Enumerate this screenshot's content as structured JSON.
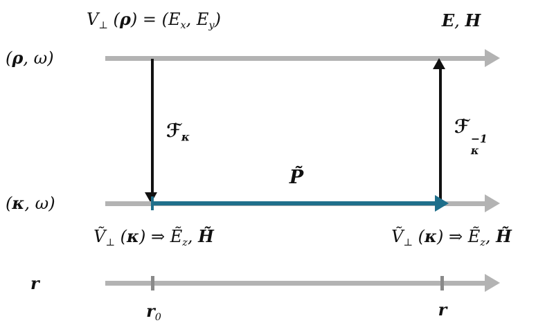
{
  "colors": {
    "axis_gray": "#b3b3b3",
    "tick_gray": "#8a8a8a",
    "arrow_black": "#111111",
    "propagator_blue": "#1f6f8b"
  },
  "rows": {
    "top": {
      "domain_label": [
        {
          "t": "("
        },
        {
          "t": "ρ",
          "v": "bi"
        },
        {
          "t": ", "
        },
        {
          "t": "ω"
        },
        {
          "t": ")"
        }
      ],
      "field_label": [
        {
          "t": "V"
        },
        {
          "t": "⊥",
          "v": "sub"
        },
        {
          "t": " ("
        },
        {
          "t": "ρ",
          "v": "bi"
        },
        {
          "t": ") = ("
        },
        {
          "t": "E"
        },
        {
          "t": "x",
          "v": "sub"
        },
        {
          "t": ", "
        },
        {
          "t": "E"
        },
        {
          "t": "y",
          "v": "sub"
        },
        {
          "t": ")"
        }
      ],
      "result_label": [
        {
          "t": "E",
          "v": "bi"
        },
        {
          "t": ", "
        },
        {
          "t": "H",
          "v": "bi"
        }
      ]
    },
    "middle": {
      "domain_label": [
        {
          "t": "("
        },
        {
          "t": "κ",
          "v": "bi"
        },
        {
          "t": ", "
        },
        {
          "t": "ω"
        },
        {
          "t": ")"
        }
      ],
      "propagator_label": [
        {
          "t": "P̃",
          "v": "bi"
        }
      ],
      "left_label": [
        {
          "t": "Ṽ"
        },
        {
          "t": "⊥",
          "v": "sub"
        },
        {
          "t": " ("
        },
        {
          "t": "κ",
          "v": "bi"
        },
        {
          "t": ") ⇒ "
        },
        {
          "t": "Ẽ"
        },
        {
          "t": "z",
          "v": "sub"
        },
        {
          "t": ", "
        },
        {
          "t": "H̃",
          "v": "bi"
        }
      ],
      "right_label": [
        {
          "t": "Ṽ"
        },
        {
          "t": "⊥",
          "v": "sub"
        },
        {
          "t": " ("
        },
        {
          "t": "κ",
          "v": "bi"
        },
        {
          "t": ") ⇒ "
        },
        {
          "t": "Ẽ"
        },
        {
          "t": "z",
          "v": "sub"
        },
        {
          "t": ", "
        },
        {
          "t": "H̃",
          "v": "bi"
        }
      ]
    },
    "bottom": {
      "domain_label": [
        {
          "t": "r",
          "v": "bi"
        }
      ],
      "tick_left_label": [
        {
          "t": "r",
          "v": "bi"
        },
        {
          "t": "0",
          "v": "sub"
        }
      ],
      "tick_right_label": [
        {
          "t": "r",
          "v": "bi"
        }
      ]
    }
  },
  "operators": {
    "forward_transform": [
      {
        "t": "ℱ",
        "v": "cal"
      },
      {
        "t": "κ",
        "v": "sub bi"
      }
    ],
    "inverse_transform": [
      {
        "t": "ℱ",
        "v": "cal"
      },
      {
        "stack": {
          "sup": "−1",
          "sub": "κ"
        }
      }
    ]
  }
}
